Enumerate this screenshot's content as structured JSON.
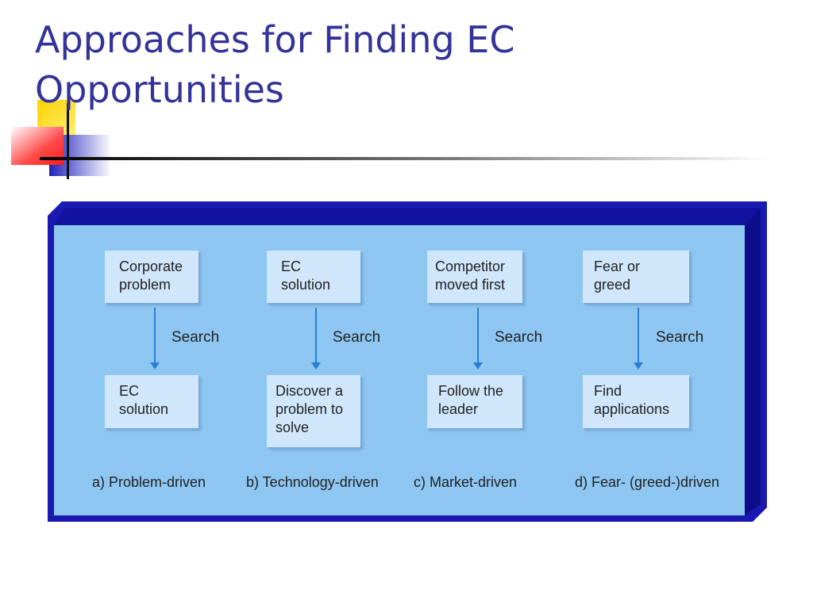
{
  "slide": {
    "title_line1": "Approaches for Finding EC",
    "title_line2": "Opportunities"
  },
  "diagram": {
    "search_label": "Search",
    "columns": [
      {
        "top": "Corporate\nproblem",
        "bottom": "EC\nsolution",
        "caption": "a) Problem-driven"
      },
      {
        "top": "EC\nsolution",
        "bottom": "Discover a\nproblem to\nsolve",
        "caption": "b) Technology-driven"
      },
      {
        "top": "Competitor\nmoved first",
        "bottom": "Follow the\nleader",
        "caption": "c) Market-driven"
      },
      {
        "top": "Fear or\ngreed",
        "bottom": "Find\napplications",
        "caption": "d) Fear- (greed-)driven"
      }
    ]
  },
  "colors": {
    "title": "#333399",
    "frame": "#1a1ab0",
    "panel": "#8ec6f2",
    "node": "#cfe6fb",
    "arrow": "#2a7fd4"
  }
}
